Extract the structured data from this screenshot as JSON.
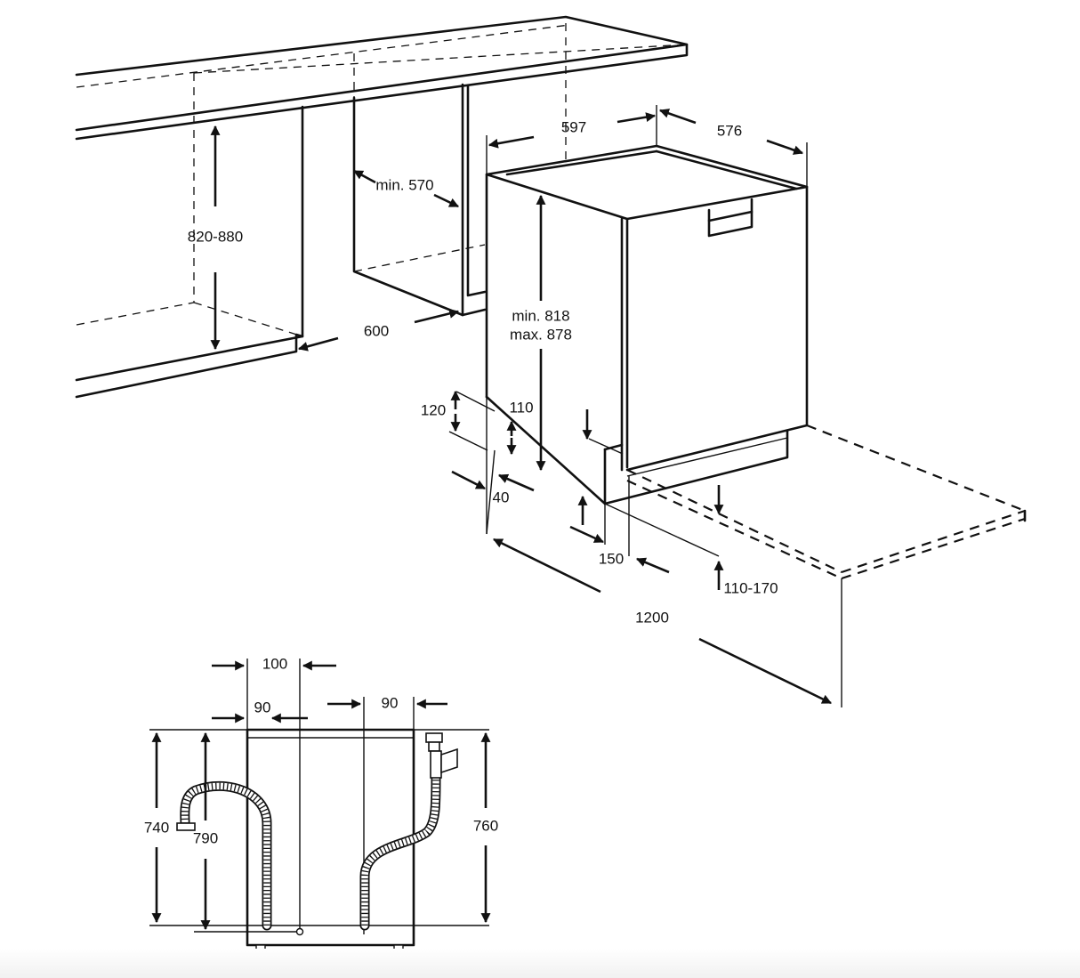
{
  "dimensions": {
    "niche_height": "820-880",
    "niche_depth_min": "min. 570",
    "niche_width": "600",
    "appliance_width": "597",
    "appliance_depth": "576",
    "appliance_height_min": "min. 818",
    "appliance_height_max": "max. 878",
    "plinth_120": "120",
    "plinth_110": "110",
    "offset_40": "40",
    "offset_150": "150",
    "plinth_range": "110-170",
    "door_open_depth": "1200"
  },
  "rear_view": {
    "top_left_gap": "100",
    "left_hose_offset": "90",
    "right_hose_offset": "90",
    "height_left": "740",
    "height_inner": "790",
    "height_right": "760"
  }
}
